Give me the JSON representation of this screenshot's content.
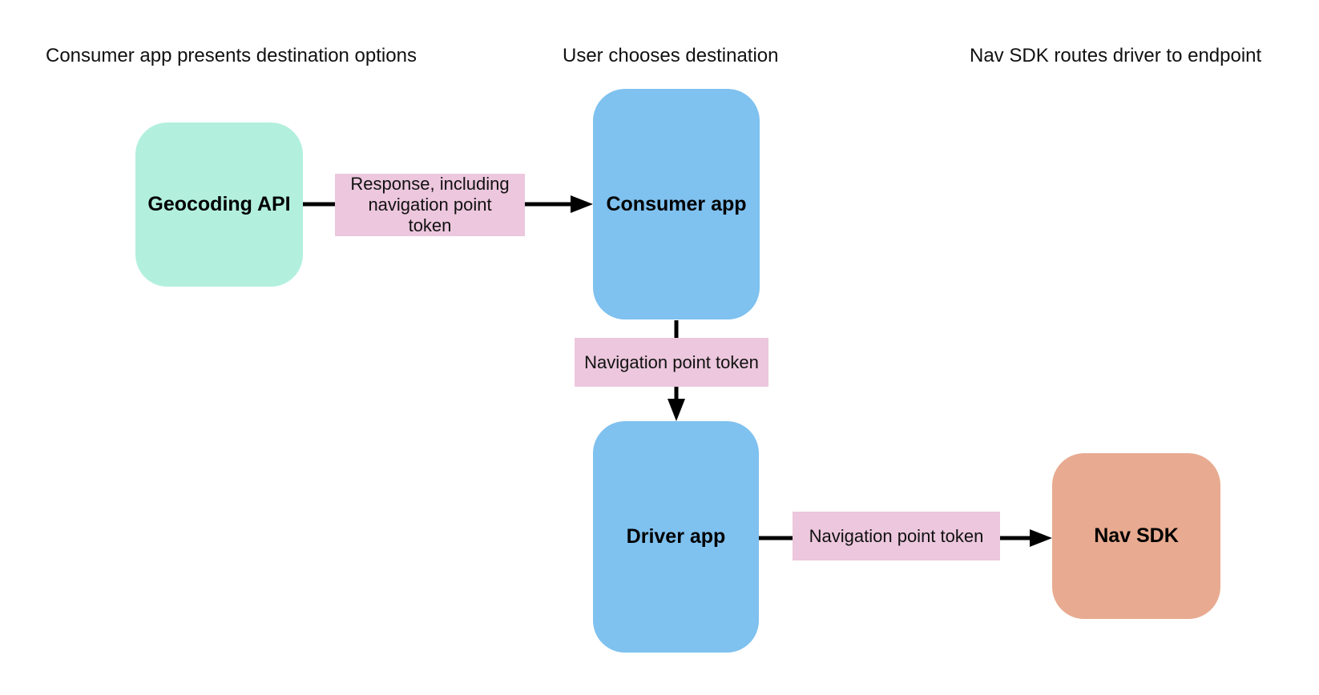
{
  "headers": [
    {
      "text": "Consumer app presents destination options"
    },
    {
      "text": "User chooses destination"
    },
    {
      "text": "Nav SDK routes driver to endpoint"
    }
  ],
  "nodes": [
    {
      "id": "geocoding-api",
      "label": "Geocoding API",
      "color": "#b2f0dd"
    },
    {
      "id": "consumer-app",
      "label": "Consumer app",
      "color": "#7fc1ef"
    },
    {
      "id": "driver-app",
      "label": "Driver app",
      "color": "#7fc1ef"
    },
    {
      "id": "nav-sdk",
      "label": "Nav SDK",
      "color": "#e8aa90"
    }
  ],
  "edges": [
    {
      "from": "geocoding-api",
      "to": "consumer-app",
      "label": "Response, including navigation point token",
      "color": "#ecc7dd"
    },
    {
      "from": "consumer-app",
      "to": "driver-app",
      "label": "Navigation point token",
      "color": "#ecc7dd"
    },
    {
      "from": "driver-app",
      "to": "nav-sdk",
      "label": "Navigation point token",
      "color": "#ecc7dd"
    }
  ],
  "style": {
    "arrow_color": "#000000",
    "background": "#ffffff",
    "text_color": "#111111"
  }
}
